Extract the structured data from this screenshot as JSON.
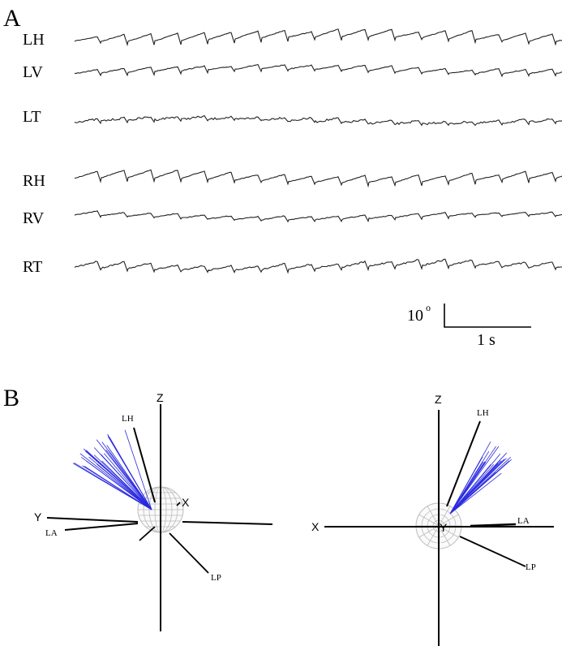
{
  "panel_a": {
    "letter": "A",
    "traces": [
      {
        "label": "LH"
      },
      {
        "label": "LV"
      },
      {
        "label": "LT"
      },
      {
        "label": "RH"
      },
      {
        "label": "RV"
      },
      {
        "label": "RT"
      }
    ],
    "scale_bar": {
      "amplitude": "10",
      "degree": "o",
      "time": "1 s"
    }
  },
  "panel_b": {
    "letter": "B",
    "left_view": {
      "axes": {
        "z": "Z",
        "y": "Y",
        "x": "X"
      },
      "canals": {
        "lh": "LH",
        "la": "LA",
        "lp": "LP"
      }
    },
    "right_view": {
      "axes": {
        "z": "Z",
        "y": "Y",
        "x": "X"
      },
      "canals": {
        "lh": "LH",
        "la": "LA",
        "lp": "LP"
      }
    },
    "colors": {
      "fan": "#2a2ae0",
      "axis": "#000000",
      "sphere": "#bbbbbb"
    }
  }
}
